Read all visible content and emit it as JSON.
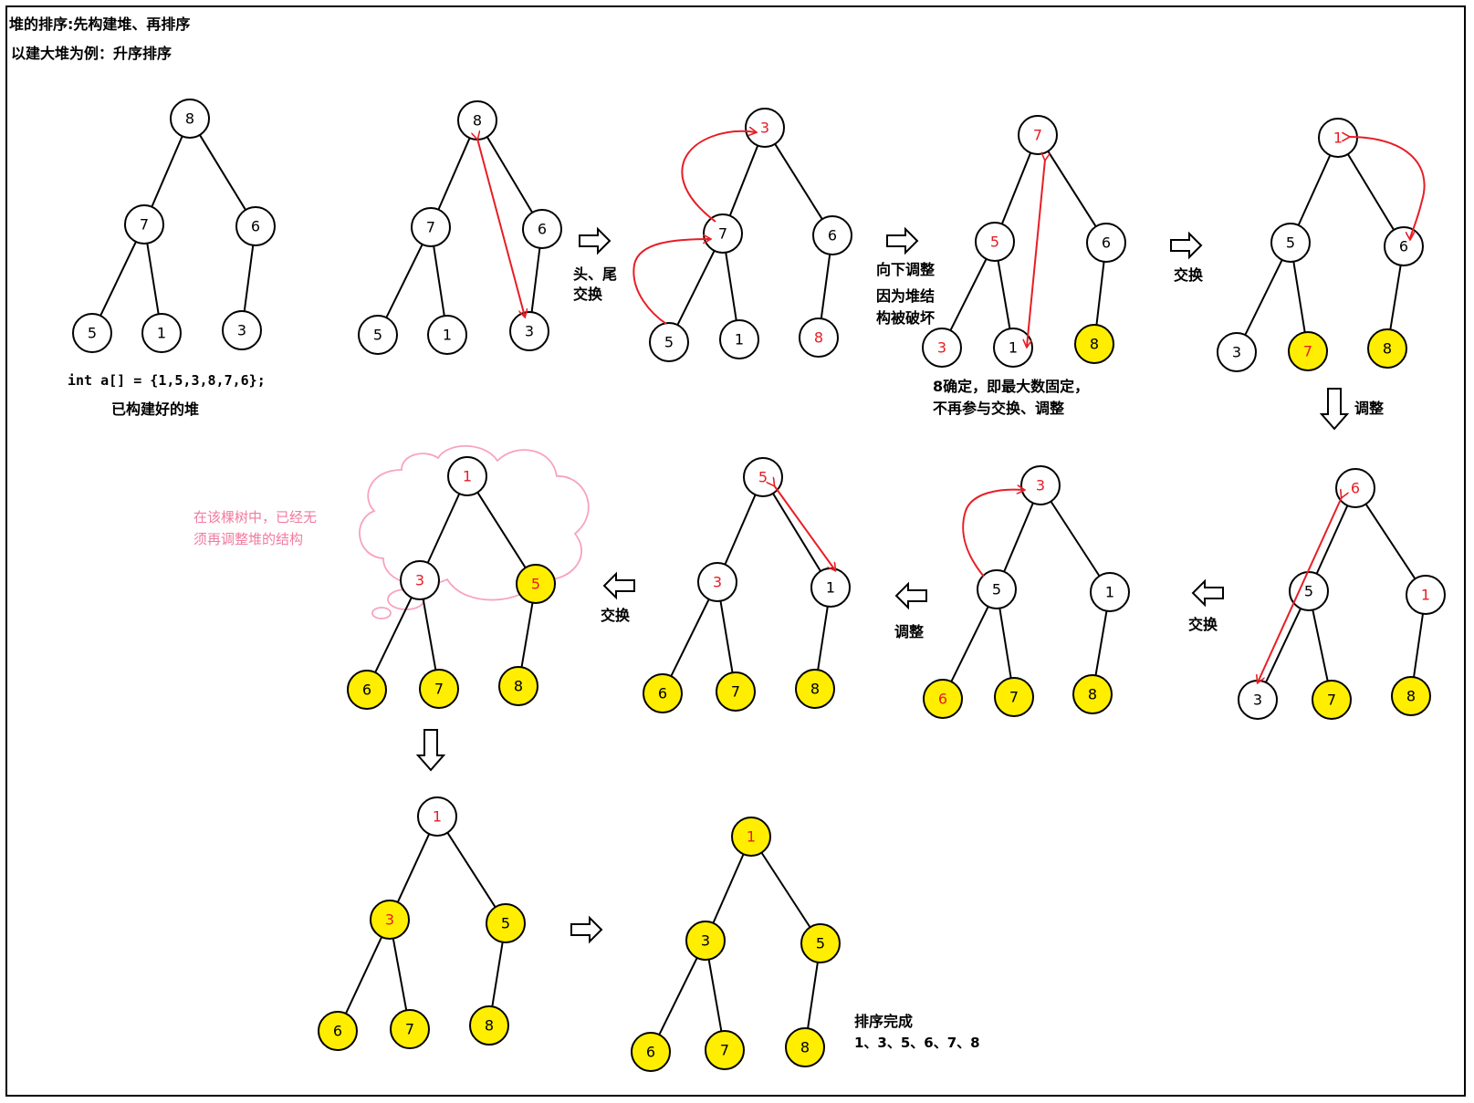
{
  "title": "堆的排序:先构建堆、再排序",
  "subtitle": "以建大堆为例：升序排序",
  "colors": {
    "highlight": "#ffee00",
    "arrow": "#e81d25",
    "cloud": "#f7a3c0",
    "cloud_text": "#f27ba0"
  },
  "captions": {
    "array": "int a[] = {1,5,3,8,7,6};",
    "built_heap": "已构建好的堆",
    "swap_head_tail_1": "头、尾",
    "swap_head_tail_2": "交换",
    "sift_down": "向下调整",
    "broken_1": "因为堆结",
    "broken_2": "构被破坏",
    "fixed_1": "8确定，即最大数固定，",
    "fixed_2": "不再参与交换、调整",
    "adjust_right": "调整",
    "swap_row2a": "交换",
    "adjust_row2": "调整",
    "swap_row2b": "交换",
    "cloud_1": "在该棵树中，已经无",
    "cloud_2": "须再调整堆的结构",
    "done": "排序完成",
    "result": "1、3、5、6、7、8"
  },
  "trees": [
    {
      "id": "t1",
      "nodes": [
        [
          "8",
          0,
          0
        ],
        [
          "7",
          0,
          0
        ],
        [
          "6",
          0,
          0
        ],
        [
          "5",
          0,
          0
        ],
        [
          "1",
          0,
          0
        ],
        [
          "3",
          0,
          0
        ]
      ]
    },
    {
      "id": "t2",
      "nodes": [
        [
          "8",
          0,
          0
        ],
        [
          "7",
          0,
          0
        ],
        [
          "6",
          0,
          0
        ],
        [
          "5",
          0,
          0
        ],
        [
          "1",
          0,
          0
        ],
        [
          "3",
          0,
          0
        ]
      ]
    },
    {
      "id": "t3",
      "nodes": [
        [
          "3",
          1,
          0
        ],
        [
          "7",
          0,
          0
        ],
        [
          "6",
          0,
          0
        ],
        [
          "5",
          0,
          0
        ],
        [
          "1",
          0,
          0
        ],
        [
          "8",
          1,
          0
        ]
      ]
    },
    {
      "id": "t4",
      "nodes": [
        [
          "7",
          1,
          0
        ],
        [
          "5",
          1,
          0
        ],
        [
          "6",
          0,
          0
        ],
        [
          "3",
          1,
          0
        ],
        [
          "1",
          0,
          0
        ],
        [
          "8",
          0,
          1
        ]
      ]
    },
    {
      "id": "t5",
      "nodes": [
        [
          "1",
          1,
          0
        ],
        [
          "5",
          0,
          0
        ],
        [
          "6",
          0,
          0
        ],
        [
          "3",
          0,
          0
        ],
        [
          "7",
          1,
          1
        ],
        [
          "8",
          0,
          1
        ]
      ]
    },
    {
      "id": "t6",
      "nodes": [
        [
          "6",
          1,
          0
        ],
        [
          "5",
          0,
          0
        ],
        [
          "1",
          1,
          0
        ],
        [
          "3",
          0,
          0
        ],
        [
          "7",
          0,
          1
        ],
        [
          "8",
          0,
          1
        ]
      ]
    },
    {
      "id": "t7",
      "nodes": [
        [
          "3",
          1,
          0
        ],
        [
          "5",
          0,
          0
        ],
        [
          "1",
          0,
          0
        ],
        [
          "6",
          1,
          1
        ],
        [
          "7",
          0,
          1
        ],
        [
          "8",
          0,
          1
        ]
      ]
    },
    {
      "id": "t8",
      "nodes": [
        [
          "5",
          1,
          0
        ],
        [
          "3",
          1,
          0
        ],
        [
          "1",
          0,
          0
        ],
        [
          "6",
          0,
          1
        ],
        [
          "7",
          0,
          1
        ],
        [
          "8",
          0,
          1
        ]
      ]
    },
    {
      "id": "t9",
      "nodes": [
        [
          "1",
          1,
          0
        ],
        [
          "3",
          1,
          0
        ],
        [
          "5",
          1,
          1
        ],
        [
          "6",
          0,
          1
        ],
        [
          "7",
          0,
          1
        ],
        [
          "8",
          0,
          1
        ]
      ]
    },
    {
      "id": "t10",
      "nodes": [
        [
          "1",
          1,
          0
        ],
        [
          "3",
          1,
          1
        ],
        [
          "5",
          0,
          1
        ],
        [
          "6",
          0,
          1
        ],
        [
          "7",
          0,
          1
        ],
        [
          "8",
          0,
          1
        ]
      ]
    },
    {
      "id": "t11",
      "nodes": [
        [
          "1",
          1,
          1
        ],
        [
          "3",
          0,
          1
        ],
        [
          "5",
          0,
          1
        ],
        [
          "6",
          0,
          1
        ],
        [
          "7",
          0,
          1
        ],
        [
          "8",
          0,
          1
        ]
      ]
    }
  ]
}
